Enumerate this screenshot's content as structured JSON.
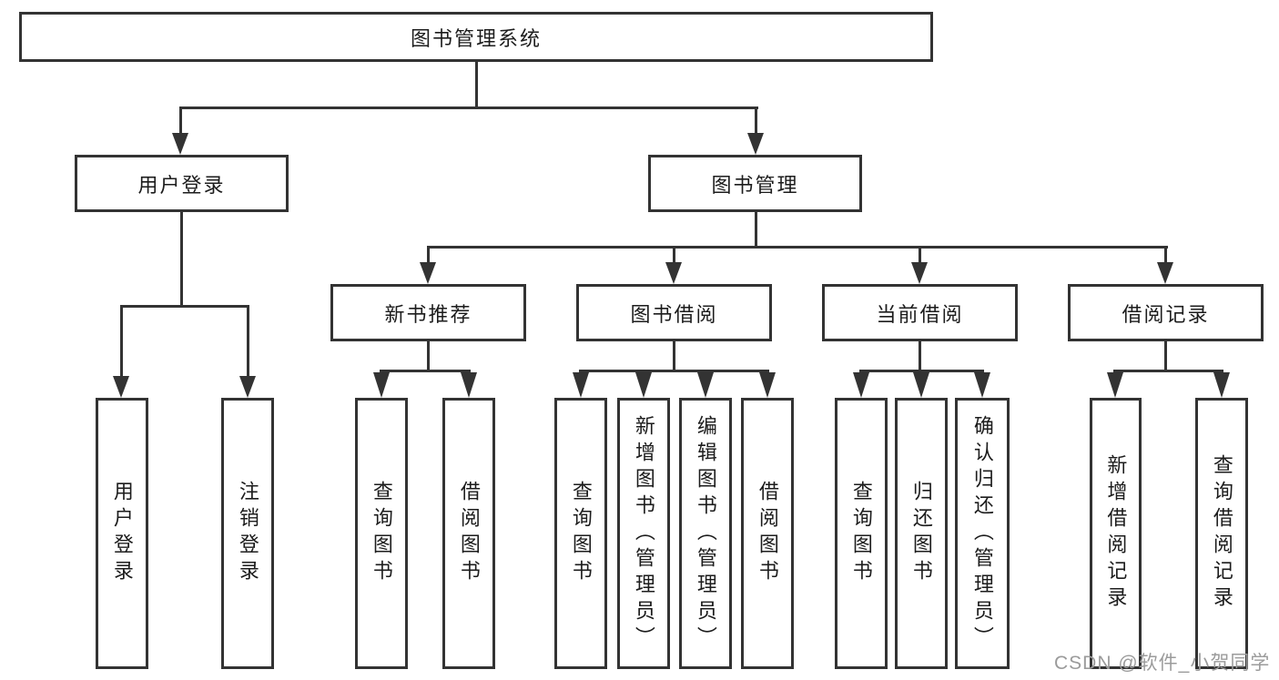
{
  "diagram": {
    "title": "图书管理系统",
    "branches": [
      {
        "label": "用户登录",
        "leaves": [
          "用户登录",
          "注销登录"
        ]
      },
      {
        "label": "图书管理",
        "children": [
          {
            "label": "新书推荐",
            "leaves": [
              "查询图书",
              "借阅图书"
            ]
          },
          {
            "label": "图书借阅",
            "leaves": [
              "查询图书",
              "新增图书（管理员）",
              "编辑图书（管理员）",
              "借阅图书"
            ]
          },
          {
            "label": "当前借阅",
            "leaves": [
              "查询图书",
              "归还图书",
              "确认归还（管理员）"
            ]
          },
          {
            "label": "借阅记录",
            "leaves": [
              "新增借阅记录",
              "查询借阅记录"
            ]
          }
        ]
      }
    ],
    "watermark": "CSDN @软件_小贺同学",
    "colors": {
      "line": "#333333",
      "text": "#1c1c1c",
      "watermark": "#9b9b9b",
      "background": "#ffffff"
    }
  }
}
